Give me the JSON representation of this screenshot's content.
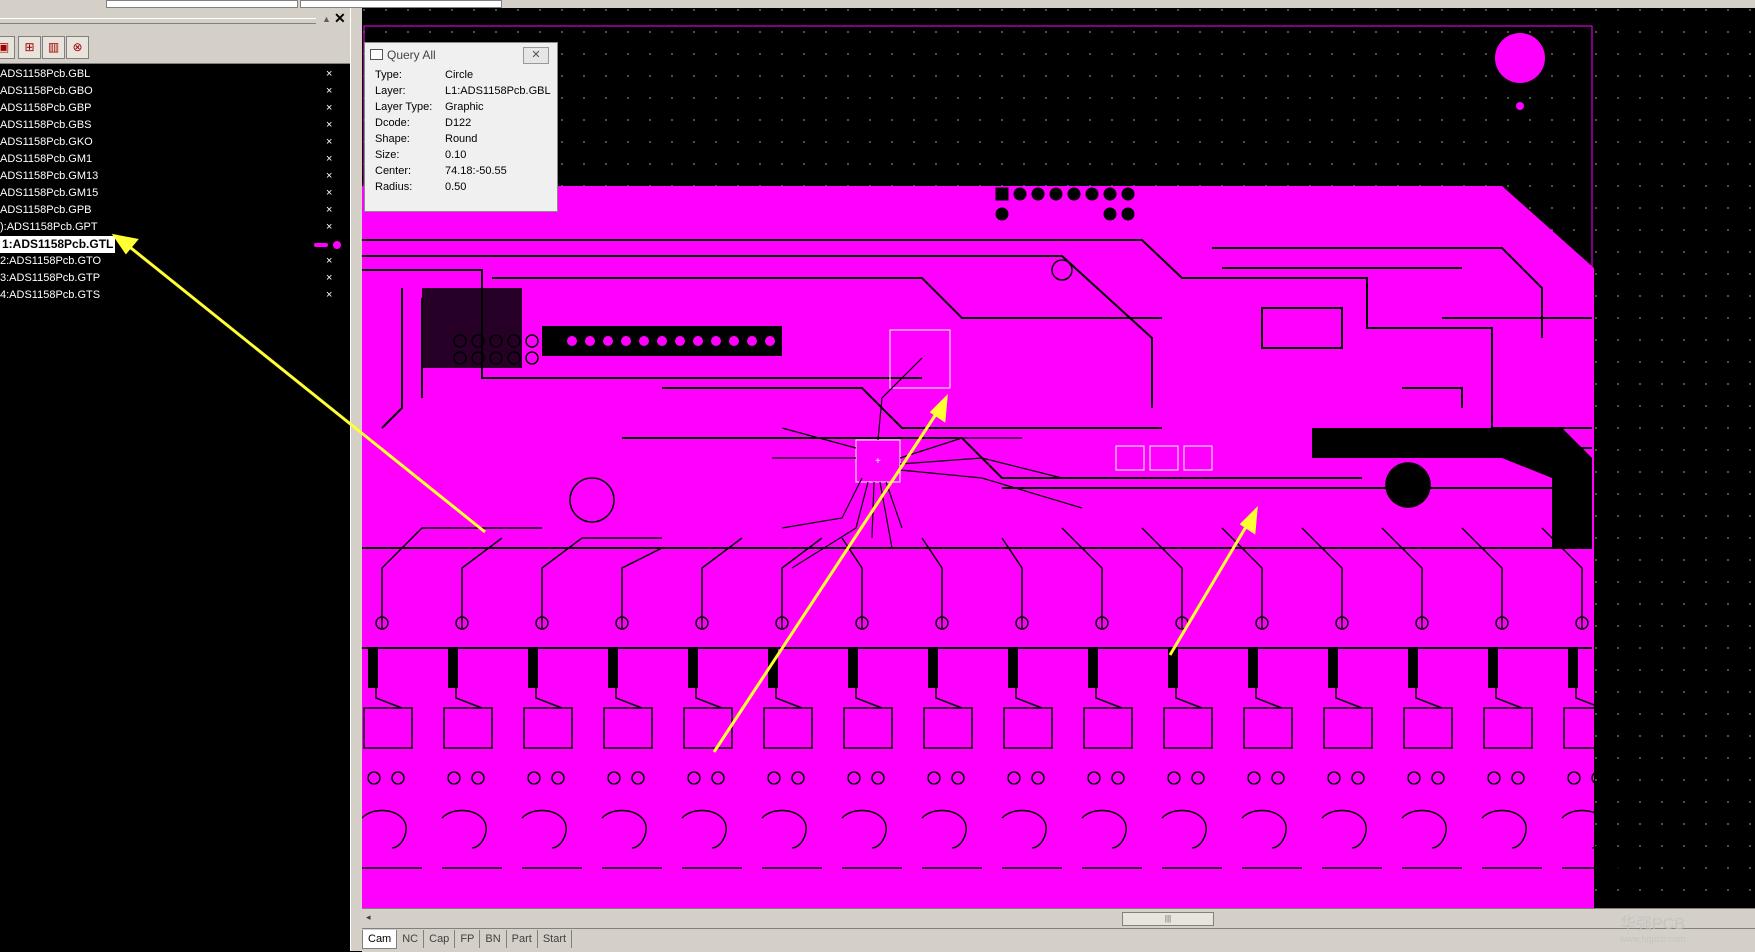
{
  "colors": {
    "copper": "#ff00ff",
    "background": "#000000",
    "arrow": "#ffff33",
    "panel": "#d4d0c8"
  },
  "layers": [
    {
      "name": "ADS1158Pcb.GBL",
      "active": false
    },
    {
      "name": "ADS1158Pcb.GBO",
      "active": false
    },
    {
      "name": "ADS1158Pcb.GBP",
      "active": false
    },
    {
      "name": "ADS1158Pcb.GBS",
      "active": false
    },
    {
      "name": "ADS1158Pcb.GKO",
      "active": false
    },
    {
      "name": "ADS1158Pcb.GM1",
      "active": false
    },
    {
      "name": "ADS1158Pcb.GM13",
      "active": false
    },
    {
      "name": "ADS1158Pcb.GM15",
      "active": false
    },
    {
      "name": "ADS1158Pcb.GPB",
      "active": false
    },
    {
      "name": "):ADS1158Pcb.GPT",
      "active": false
    },
    {
      "name": "1:ADS1158Pcb.GTL",
      "active": true
    },
    {
      "name": "2:ADS1158Pcb.GTO",
      "active": false
    },
    {
      "name": "3:ADS1158Pcb.GTP",
      "active": false
    },
    {
      "name": "4:ADS1158Pcb.GTS",
      "active": false
    }
  ],
  "layer_close_glyph": "×",
  "query": {
    "title": "Query All",
    "close": "✕",
    "rows": [
      {
        "k": "Type:",
        "v": "Circle"
      },
      {
        "k": "Layer:",
        "v": "L1:ADS1158Pcb.GBL"
      },
      {
        "k": "Layer Type:",
        "v": "Graphic"
      },
      {
        "k": "Dcode:",
        "v": "D122"
      },
      {
        "k": "Shape:",
        "v": "Round"
      },
      {
        "k": "Size:",
        "v": "0.10"
      },
      {
        "k": "Center:",
        "v": "74.18:-50.55"
      },
      {
        "k": "Radius:",
        "v": "0.50"
      }
    ]
  },
  "tabs": [
    "Cam",
    "NC",
    "Cap",
    "FP",
    "BN",
    "Part",
    "Start"
  ],
  "panel": {
    "close": "✕",
    "scroll_glyph": "|||"
  },
  "watermark": {
    "line1": "华强PCB",
    "line2": "www.hqpcb.com"
  }
}
